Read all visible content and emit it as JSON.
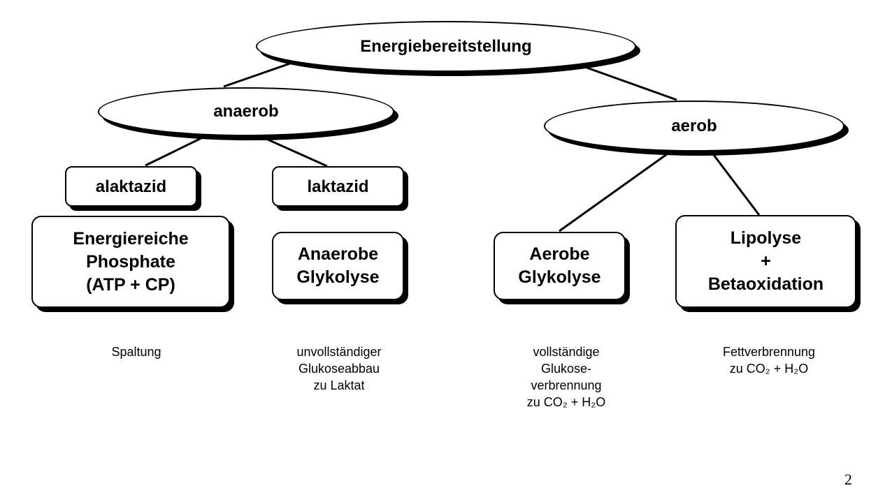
{
  "diagram": {
    "root": "Energiebereitstellung",
    "anaerob": "anaerob",
    "aerob": "aerob",
    "alaktazid": "alaktazid",
    "laktazid": "laktazid",
    "phosphate": [
      "Energiereiche",
      "Phosphate",
      "(ATP + CP)"
    ],
    "anaerobe_glykolyse": [
      "Anaerobe",
      "Glykolyse"
    ],
    "aerobe_glykolyse": [
      "Aerobe",
      "Glykolyse"
    ],
    "lipolyse": [
      "Lipolyse",
      "+",
      "Betaoxidation"
    ]
  },
  "descriptions": {
    "spaltung": [
      "Spaltung"
    ],
    "unvollstaendig": [
      "unvollständiger",
      "Glukoseabbau",
      "zu Laktat"
    ],
    "vollstaendig": [
      "vollständige",
      "Glukose-",
      "verbrennung",
      "zu CO₂ + H₂O"
    ],
    "fett": [
      "Fettverbrennung",
      "zu CO₂ + H₂O"
    ]
  },
  "page_number": "2"
}
